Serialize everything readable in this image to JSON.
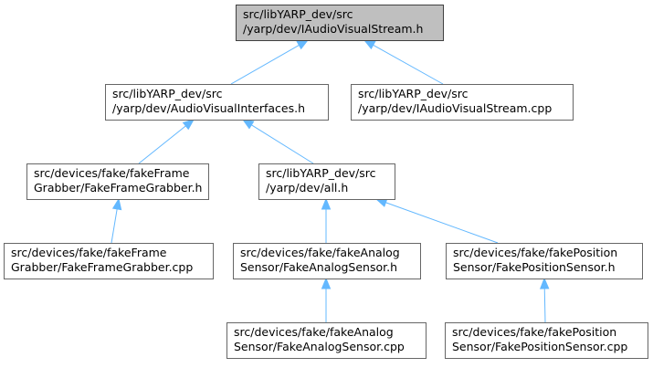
{
  "graph": {
    "nodes": [
      {
        "id": "n0",
        "line1": "src/libYARP_dev/src",
        "line2": "/yarp/dev/IAudioVisualStream.h",
        "root": true
      },
      {
        "id": "n1",
        "line1": "src/libYARP_dev/src",
        "line2": "/yarp/dev/AudioVisualInterfaces.h"
      },
      {
        "id": "n2",
        "line1": "src/libYARP_dev/src",
        "line2": "/yarp/dev/IAudioVisualStream.cpp"
      },
      {
        "id": "n3",
        "line1": "src/devices/fake/fakeFrame",
        "line2": "Grabber/FakeFrameGrabber.h"
      },
      {
        "id": "n4",
        "line1": "src/libYARP_dev/src",
        "line2": "/yarp/dev/all.h"
      },
      {
        "id": "n5",
        "line1": "src/devices/fake/fakeFrame",
        "line2": "Grabber/FakeFrameGrabber.cpp"
      },
      {
        "id": "n6",
        "line1": "src/devices/fake/fakeAnalog",
        "line2": "Sensor/FakeAnalogSensor.h"
      },
      {
        "id": "n7",
        "line1": "src/devices/fake/fakePosition",
        "line2": "Sensor/FakePositionSensor.h"
      },
      {
        "id": "n8",
        "line1": "src/devices/fake/fakeAnalog",
        "line2": "Sensor/FakeAnalogSensor.cpp"
      },
      {
        "id": "n9",
        "line1": "src/devices/fake/fakePosition",
        "line2": "Sensor/FakePositionSensor.cpp"
      }
    ],
    "edges": [
      {
        "from": "n1",
        "to": "n0"
      },
      {
        "from": "n2",
        "to": "n0"
      },
      {
        "from": "n3",
        "to": "n1"
      },
      {
        "from": "n4",
        "to": "n1"
      },
      {
        "from": "n5",
        "to": "n3"
      },
      {
        "from": "n6",
        "to": "n4"
      },
      {
        "from": "n7",
        "to": "n4"
      },
      {
        "from": "n8",
        "to": "n6"
      },
      {
        "from": "n9",
        "to": "n7"
      }
    ],
    "colors": {
      "edge": "#63b8ff",
      "root_fill": "#bfbfbf",
      "border": "#666666"
    }
  }
}
